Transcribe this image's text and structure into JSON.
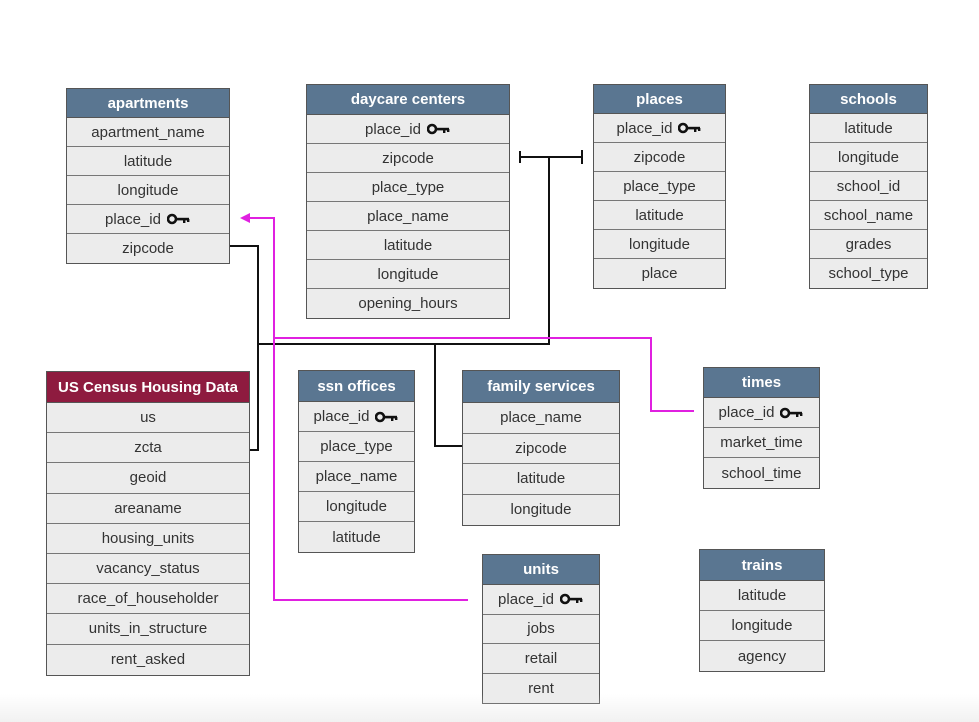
{
  "colors": {
    "table_header": "#5a7691",
    "census_header": "#8e1b3f",
    "row_background": "#ececec",
    "foreign_link": "#e020e0",
    "zipcode_link": "#000000"
  },
  "tables": {
    "apartments": {
      "title": "apartments",
      "rows": [
        {
          "label": "apartment_name",
          "key": false
        },
        {
          "label": "latitude",
          "key": false
        },
        {
          "label": "longitude",
          "key": false
        },
        {
          "label": "place_id",
          "key": true
        },
        {
          "label": "zipcode",
          "key": false
        }
      ]
    },
    "daycare": {
      "title": "daycare centers",
      "rows": [
        {
          "label": "place_id",
          "key": true
        },
        {
          "label": "zipcode",
          "key": false
        },
        {
          "label": "place_type",
          "key": false
        },
        {
          "label": "place_name",
          "key": false
        },
        {
          "label": "latitude",
          "key": false
        },
        {
          "label": "longitude",
          "key": false
        },
        {
          "label": "opening_hours",
          "key": false
        }
      ]
    },
    "places": {
      "title": "places",
      "rows": [
        {
          "label": "place_id",
          "key": true
        },
        {
          "label": "zipcode",
          "key": false
        },
        {
          "label": "place_type",
          "key": false
        },
        {
          "label": "latitude",
          "key": false
        },
        {
          "label": "longitude",
          "key": false
        },
        {
          "label": "place",
          "key": false
        }
      ]
    },
    "schools": {
      "title": "schools",
      "rows": [
        {
          "label": "latitude",
          "key": false
        },
        {
          "label": "longitude",
          "key": false
        },
        {
          "label": "school_id",
          "key": false
        },
        {
          "label": "school_name",
          "key": false
        },
        {
          "label": "grades",
          "key": false
        },
        {
          "label": "school_type",
          "key": false
        }
      ]
    },
    "census": {
      "title": "US Census Housing Data",
      "rows": [
        {
          "label": "us",
          "key": false
        },
        {
          "label": "zcta",
          "key": false
        },
        {
          "label": "geoid",
          "key": false
        },
        {
          "label": "areaname",
          "key": false
        },
        {
          "label": "housing_units",
          "key": false
        },
        {
          "label": "vacancy_status",
          "key": false
        },
        {
          "label": "race_of_householder",
          "key": false
        },
        {
          "label": "units_in_structure",
          "key": false
        },
        {
          "label": "rent_asked",
          "key": false
        }
      ]
    },
    "ssn": {
      "title": "ssn offices",
      "rows": [
        {
          "label": "place_id",
          "key": true
        },
        {
          "label": "place_type",
          "key": false
        },
        {
          "label": "place_name",
          "key": false
        },
        {
          "label": "longitude",
          "key": false
        },
        {
          "label": "latitude",
          "key": false
        }
      ]
    },
    "family": {
      "title": "family services",
      "rows": [
        {
          "label": "place_name",
          "key": false
        },
        {
          "label": "zipcode",
          "key": false
        },
        {
          "label": "latitude",
          "key": false
        },
        {
          "label": "longitude",
          "key": false
        }
      ]
    },
    "times": {
      "title": "times",
      "rows": [
        {
          "label": "place_id",
          "key": true
        },
        {
          "label": "market_time",
          "key": false
        },
        {
          "label": "school_time",
          "key": false
        }
      ]
    },
    "units": {
      "title": "units",
      "rows": [
        {
          "label": "place_id",
          "key": true
        },
        {
          "label": "jobs",
          "key": false
        },
        {
          "label": "retail",
          "key": false
        },
        {
          "label": "rent",
          "key": false
        }
      ]
    },
    "trains": {
      "title": "trains",
      "rows": [
        {
          "label": "latitude",
          "key": false
        },
        {
          "label": "longitude",
          "key": false
        },
        {
          "label": "agency",
          "key": false
        }
      ]
    }
  }
}
